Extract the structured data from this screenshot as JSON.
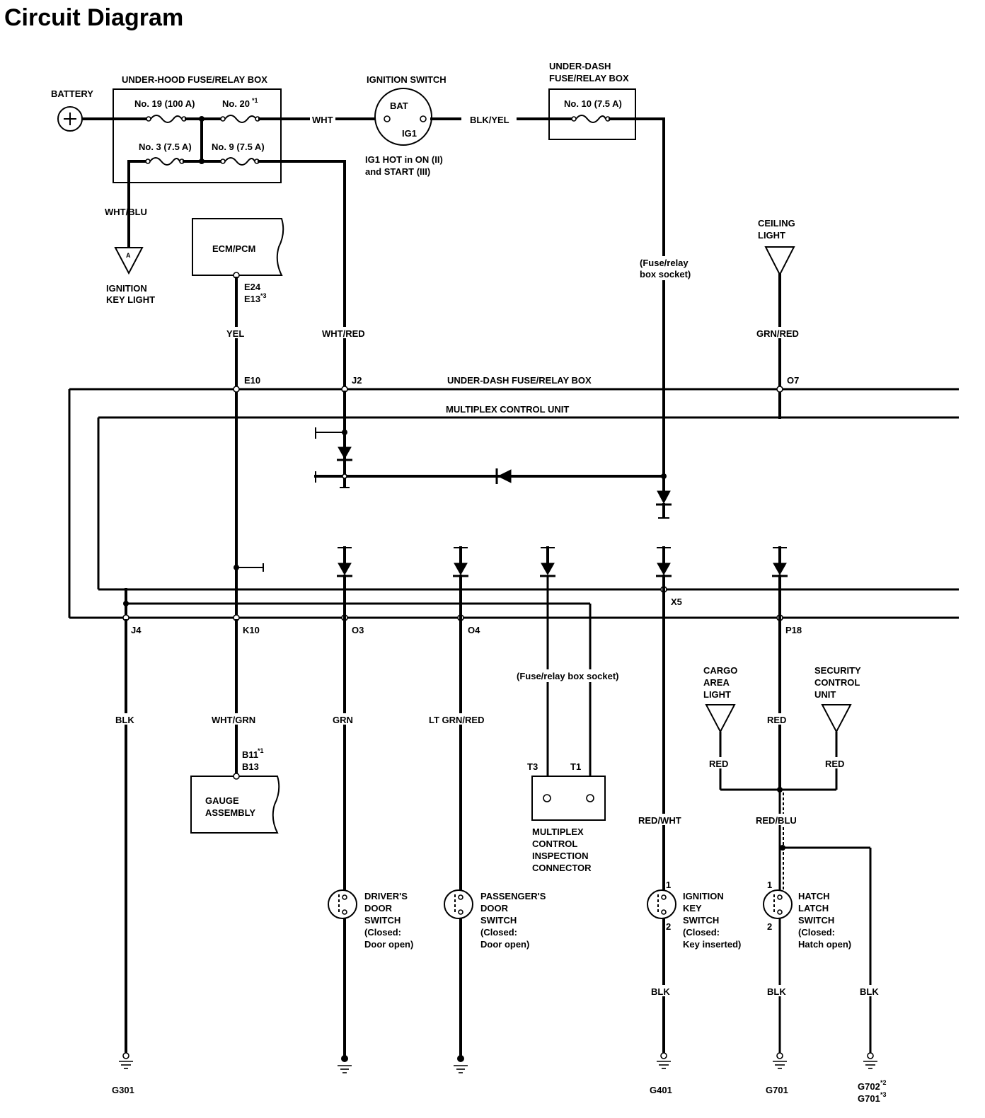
{
  "title": "Circuit Diagram",
  "components": {
    "battery": "BATTERY",
    "underhood_box": "UNDER-HOOD FUSE/RELAY BOX",
    "fuse19": "No. 19 (100 A)",
    "fuse20": "No. 20",
    "fuse20_sup": "*1",
    "fuse3": "No. 3 (7.5 A)",
    "fuse9": "No. 9 (7.5 A)",
    "ign_switch": "IGNITION SWITCH",
    "ign_bat": "BAT",
    "ign_ig1": "IG1",
    "ign_note_1": "IG1 HOT in ON (II)",
    "ign_note_2": "and START (III)",
    "underdash_box_1": "UNDER-DASH",
    "underdash_box_2": "FUSE/RELAY BOX",
    "fuse10": "No. 10 (7.5 A)",
    "key_light_1": "IGNITION",
    "key_light_2": "KEY LIGHT",
    "key_light_marker": "A",
    "ecm": "ECM/PCM",
    "ecm_pin_1": "E24",
    "ecm_pin_2": "E13",
    "ecm_pin_2_sup": "*3",
    "fuse_socket_1": "(Fuse/relay",
    "fuse_socket_2": "box socket)",
    "ceiling_light_1": "CEILING",
    "ceiling_light_2": "LIGHT",
    "underdash_bar": "UNDER-DASH FUSE/RELAY BOX",
    "mcu_bar": "MULTIPLEX CONTROL UNIT",
    "fuse_socket_full": "(Fuse/relay box socket)",
    "cargo_1": "CARGO",
    "cargo_2": "AREA",
    "cargo_3": "LIGHT",
    "security_1": "SECURITY",
    "security_2": "CONTROL",
    "security_3": "UNIT",
    "gauge_1": "GAUGE",
    "gauge_2": "ASSEMBLY",
    "gauge_pin_1": "B11",
    "gauge_pin_1_sup": "*1",
    "gauge_pin_2": "B13",
    "insp_pin_t3": "T3",
    "insp_pin_t1": "T1",
    "insp_1": "MULTIPLEX",
    "insp_2": "CONTROL",
    "insp_3": "INSPECTION",
    "insp_4": "CONNECTOR",
    "driver_sw_1": "DRIVER'S",
    "driver_sw_2": "DOOR",
    "driver_sw_3": "SWITCH",
    "driver_sw_4": "(Closed:",
    "driver_sw_5": "Door open)",
    "pass_sw_1": "PASSENGER'S",
    "pass_sw_2": "DOOR",
    "pass_sw_3": "SWITCH",
    "pass_sw_4": "(Closed:",
    "pass_sw_5": "Door open)",
    "key_sw_1": "IGNITION",
    "key_sw_2": "KEY",
    "key_sw_3": "SWITCH",
    "key_sw_4": "(Closed:",
    "key_sw_5": "Key inserted)",
    "hatch_sw_1": "HATCH",
    "hatch_sw_2": "LATCH",
    "hatch_sw_3": "SWITCH",
    "hatch_sw_4": "(Closed:",
    "hatch_sw_5": "Hatch open)",
    "pin_1": "1",
    "pin_2": "2"
  },
  "wires": {
    "wht": "WHT",
    "blk_yel": "BLK/YEL",
    "wht_blu": "WHT/BLU",
    "yel": "YEL",
    "wht_red": "WHT/RED",
    "grn_red": "GRN/RED",
    "blk": "BLK",
    "wht_grn": "WHT/GRN",
    "grn": "GRN",
    "lt_grn_red": "LT GRN/RED",
    "red": "RED",
    "red_wht": "RED/WHT",
    "red_blu": "RED/BLU"
  },
  "terminals": {
    "e10": "E10",
    "j2": "J2",
    "o7": "O7",
    "x5": "X5",
    "j4": "J4",
    "k10": "K10",
    "o3": "O3",
    "o4": "O4",
    "p18": "P18"
  },
  "grounds": {
    "g301": "G301",
    "g401": "G401",
    "g701": "G701",
    "g702": "G702",
    "g702_sup": "*2",
    "g701b": "G701",
    "g701b_sup": "*3"
  }
}
